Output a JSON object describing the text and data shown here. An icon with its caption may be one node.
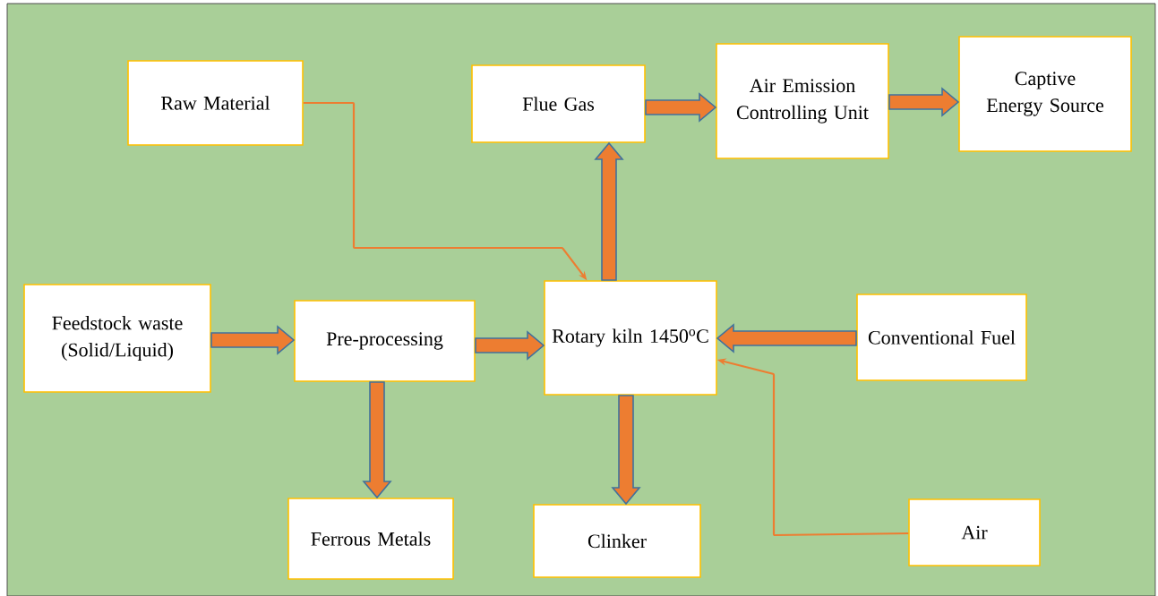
{
  "diagram": {
    "nodes": [
      {
        "text": [
          "Raw Material"
        ]
      },
      {
        "text": [
          "Flue Gas"
        ]
      },
      {
        "text": [
          "Air Emission Controlling Unit"
        ]
      },
      {
        "text": [
          "Captive Energy Source"
        ]
      },
      {
        "text": [
          "Feedstock waste (Solid/Liquid)"
        ]
      },
      {
        "text": [
          "Pre-processing"
        ]
      },
      {
        "text": [
          "Rotary kiln 1450$^{o}$C"
        ]
      },
      {
        "text": [
          "Conventional Fuel"
        ]
      },
      {
        "text": [
          "Ferrous Metals"
        ]
      },
      {
        "text": [
          "Clinker"
        ]
      },
      {
        "text": [
          "Air"
        ]
      }
    ],
    "edges": [
      {
        "from": 0,
        "to": 6,
        "arrow": "to"
      },
      {
        "from": 4,
        "to": 5,
        "arrow": "to",
        "style": "thick"
      },
      {
        "from": 5,
        "to": 6,
        "arrow": "to",
        "style": "thick"
      },
      {
        "from": 6,
        "to": 1,
        "arrow": "to",
        "style": "thick"
      },
      {
        "from": 1,
        "to": 2,
        "arrow": "to",
        "style": "thick"
      },
      {
        "from": 2,
        "to": 3,
        "arrow": "to",
        "style": "thick"
      },
      {
        "from": 7,
        "to": 6,
        "arrow": "to",
        "style": "thick"
      },
      {
        "from": 5,
        "to": 8,
        "arrow": "to",
        "style": "thick"
      },
      {
        "from": 6,
        "to": 9,
        "arrow": "to",
        "style": "thick"
      },
      {
        "from": 10,
        "to": 6,
        "arrow": "to"
      }
    ]
  }
}
